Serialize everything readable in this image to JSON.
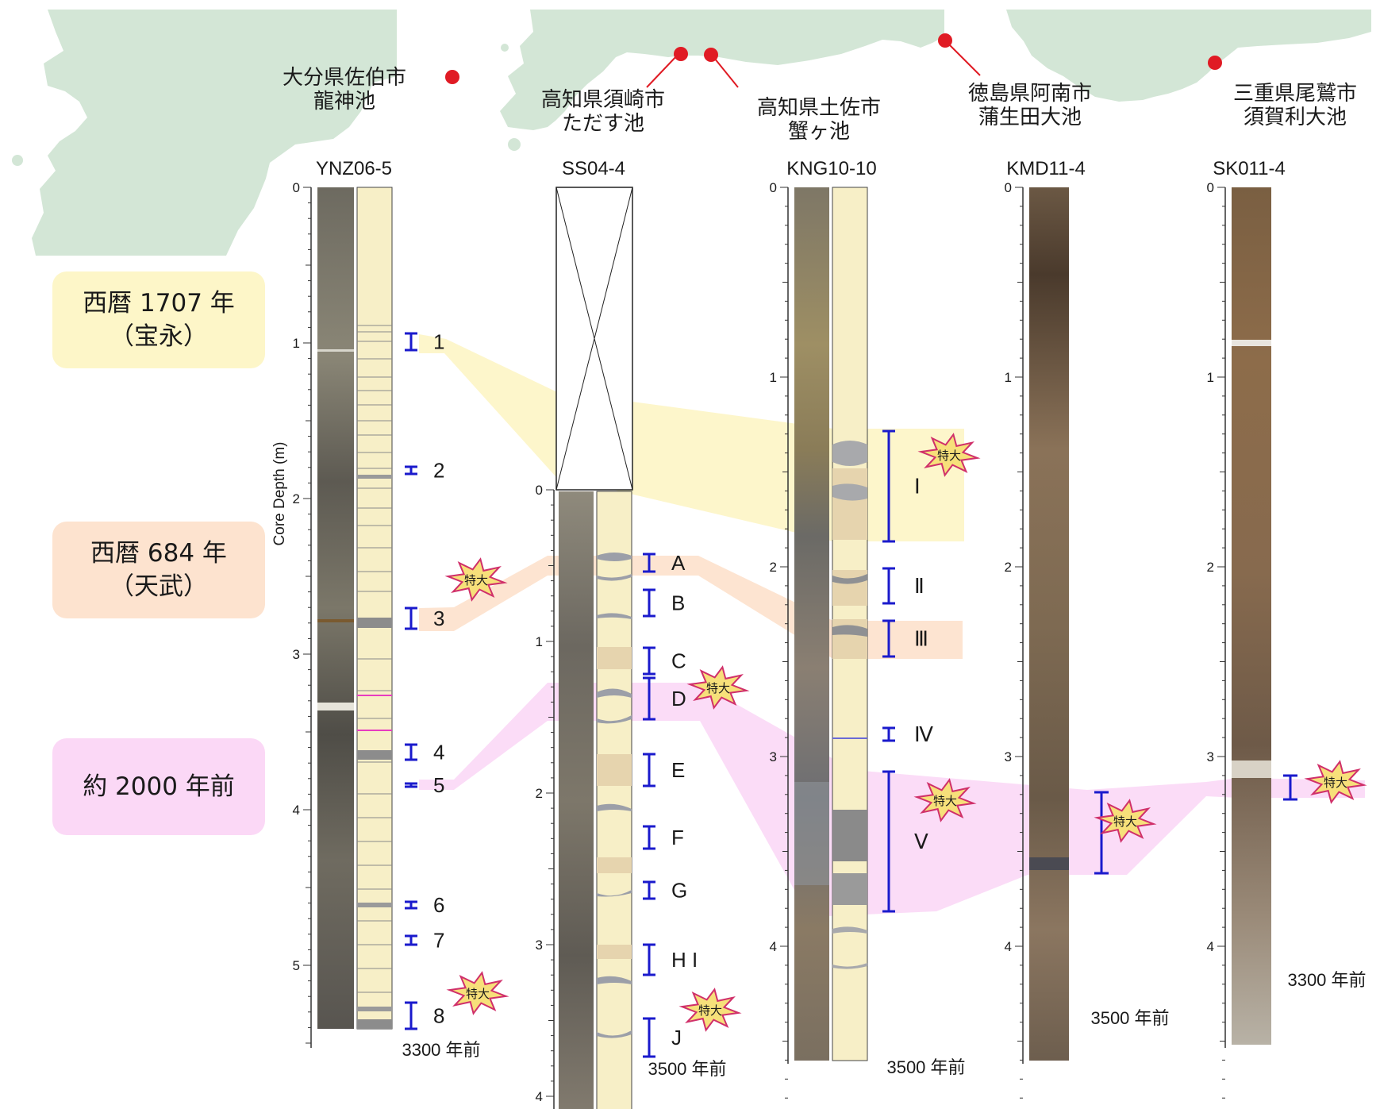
{
  "legend": [
    {
      "line1": "西暦 1707 年",
      "line2": "（宝永）",
      "color": "#fdf6c8"
    },
    {
      "line1": "西暦 684 年",
      "line2": "（天武）",
      "color": "#fde3cf"
    },
    {
      "line1": "約 2000 年前",
      "line2": "",
      "color": "#fbd8f6"
    }
  ],
  "locations": [
    {
      "line1": "大分県佐伯市",
      "line2": "龍神池"
    },
    {
      "line1": "高知県須崎市",
      "line2": "ただす池"
    },
    {
      "line1": "高知県土佐市",
      "line2": "蟹ヶ池"
    },
    {
      "line1": "徳島県阿南市",
      "line2": "蒲生田大池"
    },
    {
      "line1": "三重県尾鷲市",
      "line2": "須賀利大池"
    }
  ],
  "axis_label": "Core Depth (m)",
  "cores": [
    {
      "id": "YNZ06-5",
      "age": "3300 年前",
      "ticks": [
        "0",
        "1",
        "2",
        "3",
        "4",
        "5"
      ],
      "events": [
        "1",
        "2",
        "3",
        "4",
        "5",
        "6",
        "7",
        "8"
      ]
    },
    {
      "id": "SS04-4",
      "age": "3500 年前",
      "ticks": [
        "0",
        "1",
        "2",
        "3",
        "4"
      ],
      "events": [
        "A",
        "B",
        "C",
        "D",
        "E",
        "F",
        "G",
        "H I",
        "J"
      ]
    },
    {
      "id": "KNG10-10",
      "age": "3500 年前",
      "ticks": [
        "0",
        "1",
        "2",
        "3",
        "4"
      ],
      "events": [
        "Ⅰ",
        "Ⅱ",
        "Ⅲ",
        "Ⅳ",
        "Ⅴ"
      ]
    },
    {
      "id": "KMD11-4",
      "age": "3500 年前",
      "ticks": [
        "0",
        "1",
        "2",
        "3",
        "4"
      ],
      "events": []
    },
    {
      "id": "SK011-4",
      "age": "3300 年前",
      "ticks": [
        "0",
        "1",
        "2",
        "3",
        "4"
      ],
      "events": []
    }
  ],
  "badge": "特大",
  "colors": {
    "land": "#d3e6d6",
    "site_marker": "#e01b24",
    "event_bar": "#1a1acc",
    "band_1707": "#fdf6c8",
    "band_684": "#fde3cf",
    "band_2000": "#fbd8f6",
    "log_fill": "#f7efc7",
    "badge_fill": "#f7e07a",
    "badge_stroke": "#d0306a"
  }
}
